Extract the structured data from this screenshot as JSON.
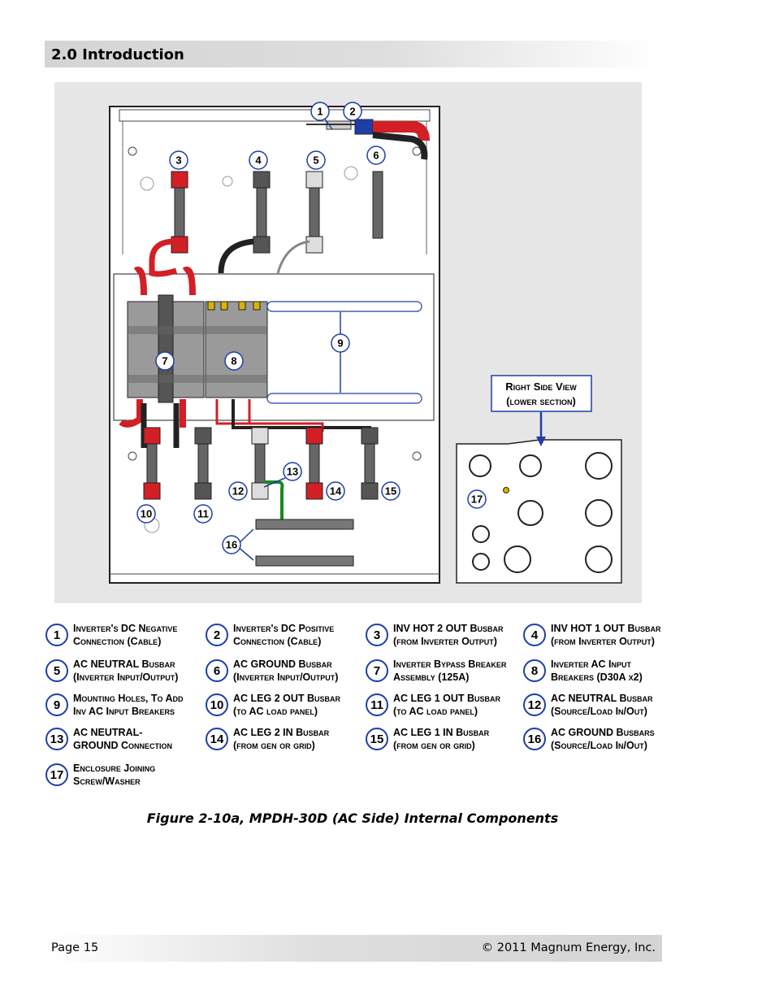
{
  "header": {
    "section_title": "2.0 Introduction"
  },
  "figure": {
    "callouts": [
      "1",
      "2",
      "3",
      "4",
      "5",
      "6",
      "7",
      "8",
      "9",
      "10",
      "11",
      "12",
      "13",
      "14",
      "15",
      "16",
      "17"
    ],
    "inset_label_line1": "Right Side View",
    "inset_label_line2": "(lower section)"
  },
  "legend": [
    {
      "num": "1",
      "text": "Inverter's DC Negative\nConnection (Cable)"
    },
    {
      "num": "2",
      "text": "Inverter's DC Positive\nConnection (Cable)"
    },
    {
      "num": "3",
      "text": "INV HOT 2 OUT Busbar\n(from Inverter Output)"
    },
    {
      "num": "4",
      "text": "INV HOT 1 OUT Busbar\n(from Inverter Output)"
    },
    {
      "num": "5",
      "text": "AC NEUTRAL Busbar\n(Inverter Input/Output)"
    },
    {
      "num": "6",
      "text": "AC GROUND Busbar\n(Inverter Input/Output)"
    },
    {
      "num": "7",
      "text": "Inverter Bypass Breaker\nAssembly (125A)"
    },
    {
      "num": "8",
      "text": "Inverter AC Input\nBreakers (D30A x2)"
    },
    {
      "num": "9",
      "text": "Mounting Holes, To Add\nInv AC Input Breakers"
    },
    {
      "num": "10",
      "text": "AC LEG 2 OUT Busbar\n(to AC load panel)"
    },
    {
      "num": "11",
      "text": "AC LEG 1 OUT Busbar\n(to AC load panel)"
    },
    {
      "num": "12",
      "text": "AC NEUTRAL Busbar\n(Source/Load In/Out)"
    },
    {
      "num": "13",
      "text": "AC NEUTRAL-\nGROUND Connection"
    },
    {
      "num": "14",
      "text": "AC LEG 2 IN Busbar\n(from gen or grid)"
    },
    {
      "num": "15",
      "text": "AC LEG 1 IN Busbar\n(from gen or grid)"
    },
    {
      "num": "16",
      "text": "AC GROUND Busbars\n(Source/Load In/Out)"
    },
    {
      "num": "17",
      "text": "Enclosure Joining\nScrew/Washer"
    }
  ],
  "caption": "Figure 2-10a, MPDH-30D (AC Side) Internal Components",
  "footer": {
    "page": "Page 15",
    "copyright": "© 2011 Magnum Energy, Inc."
  }
}
